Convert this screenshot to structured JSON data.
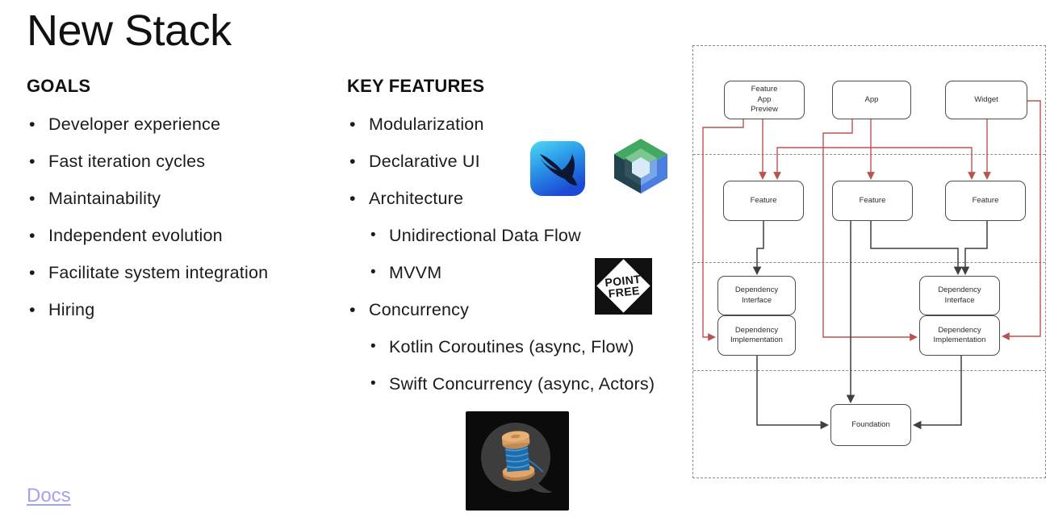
{
  "page": {
    "title": "New Stack",
    "background": "#ffffff"
  },
  "goals": {
    "heading": "GOALS",
    "items": [
      "Developer experience",
      "Fast iteration cycles",
      "Maintainability",
      "Independent evolution",
      "Facilitate system integration",
      "Hiring"
    ]
  },
  "features": {
    "heading": "KEY FEATURES",
    "items": [
      {
        "label": "Modularization",
        "level": 1
      },
      {
        "label": "Declarative UI",
        "level": 1
      },
      {
        "label": "Architecture",
        "level": 1
      },
      {
        "label": "Unidirectional Data Flow",
        "level": 2
      },
      {
        "label": "MVVM",
        "level": 2
      },
      {
        "label": "Concurrency",
        "level": 1
      },
      {
        "label": "Kotlin Coroutines (async, Flow)",
        "level": 2
      },
      {
        "label": "Swift Concurrency (async, Actors)",
        "level": 2
      }
    ]
  },
  "logos": {
    "swiftui": {
      "name": "SwiftUI"
    },
    "compose": {
      "name": "Jetpack Compose"
    },
    "pointfree": {
      "line1": "POINT",
      "line2": "FREE"
    },
    "thread": {
      "name": "thread-spool-emoji"
    }
  },
  "footer": {
    "docs": "Docs"
  },
  "diagram": {
    "nodes": [
      {
        "id": "feature-app-preview",
        "label": "Feature App Preview"
      },
      {
        "id": "app",
        "label": "App"
      },
      {
        "id": "widget",
        "label": "Widget"
      },
      {
        "id": "feature-1",
        "label": "Feature"
      },
      {
        "id": "feature-2",
        "label": "Feature"
      },
      {
        "id": "feature-3",
        "label": "Feature"
      },
      {
        "id": "dependency-interface-left",
        "label": "Dependency Interface"
      },
      {
        "id": "dependency-implementation-left",
        "label": "Dependency Implementation"
      },
      {
        "id": "dependency-interface-right",
        "label": "Dependency Interface"
      },
      {
        "id": "dependency-implementation-right",
        "label": "Dependency Implementation"
      },
      {
        "id": "foundation",
        "label": "Foundation"
      }
    ],
    "colors": {
      "dependency_edge_red": "#b85450",
      "edge_black": "#3f3f3f",
      "node_border": "#4d4d4d",
      "band_dashed_border": "#8a8a8a"
    }
  },
  "colors": {
    "link": "#a2a2f2",
    "text": "#1c1c1c"
  }
}
